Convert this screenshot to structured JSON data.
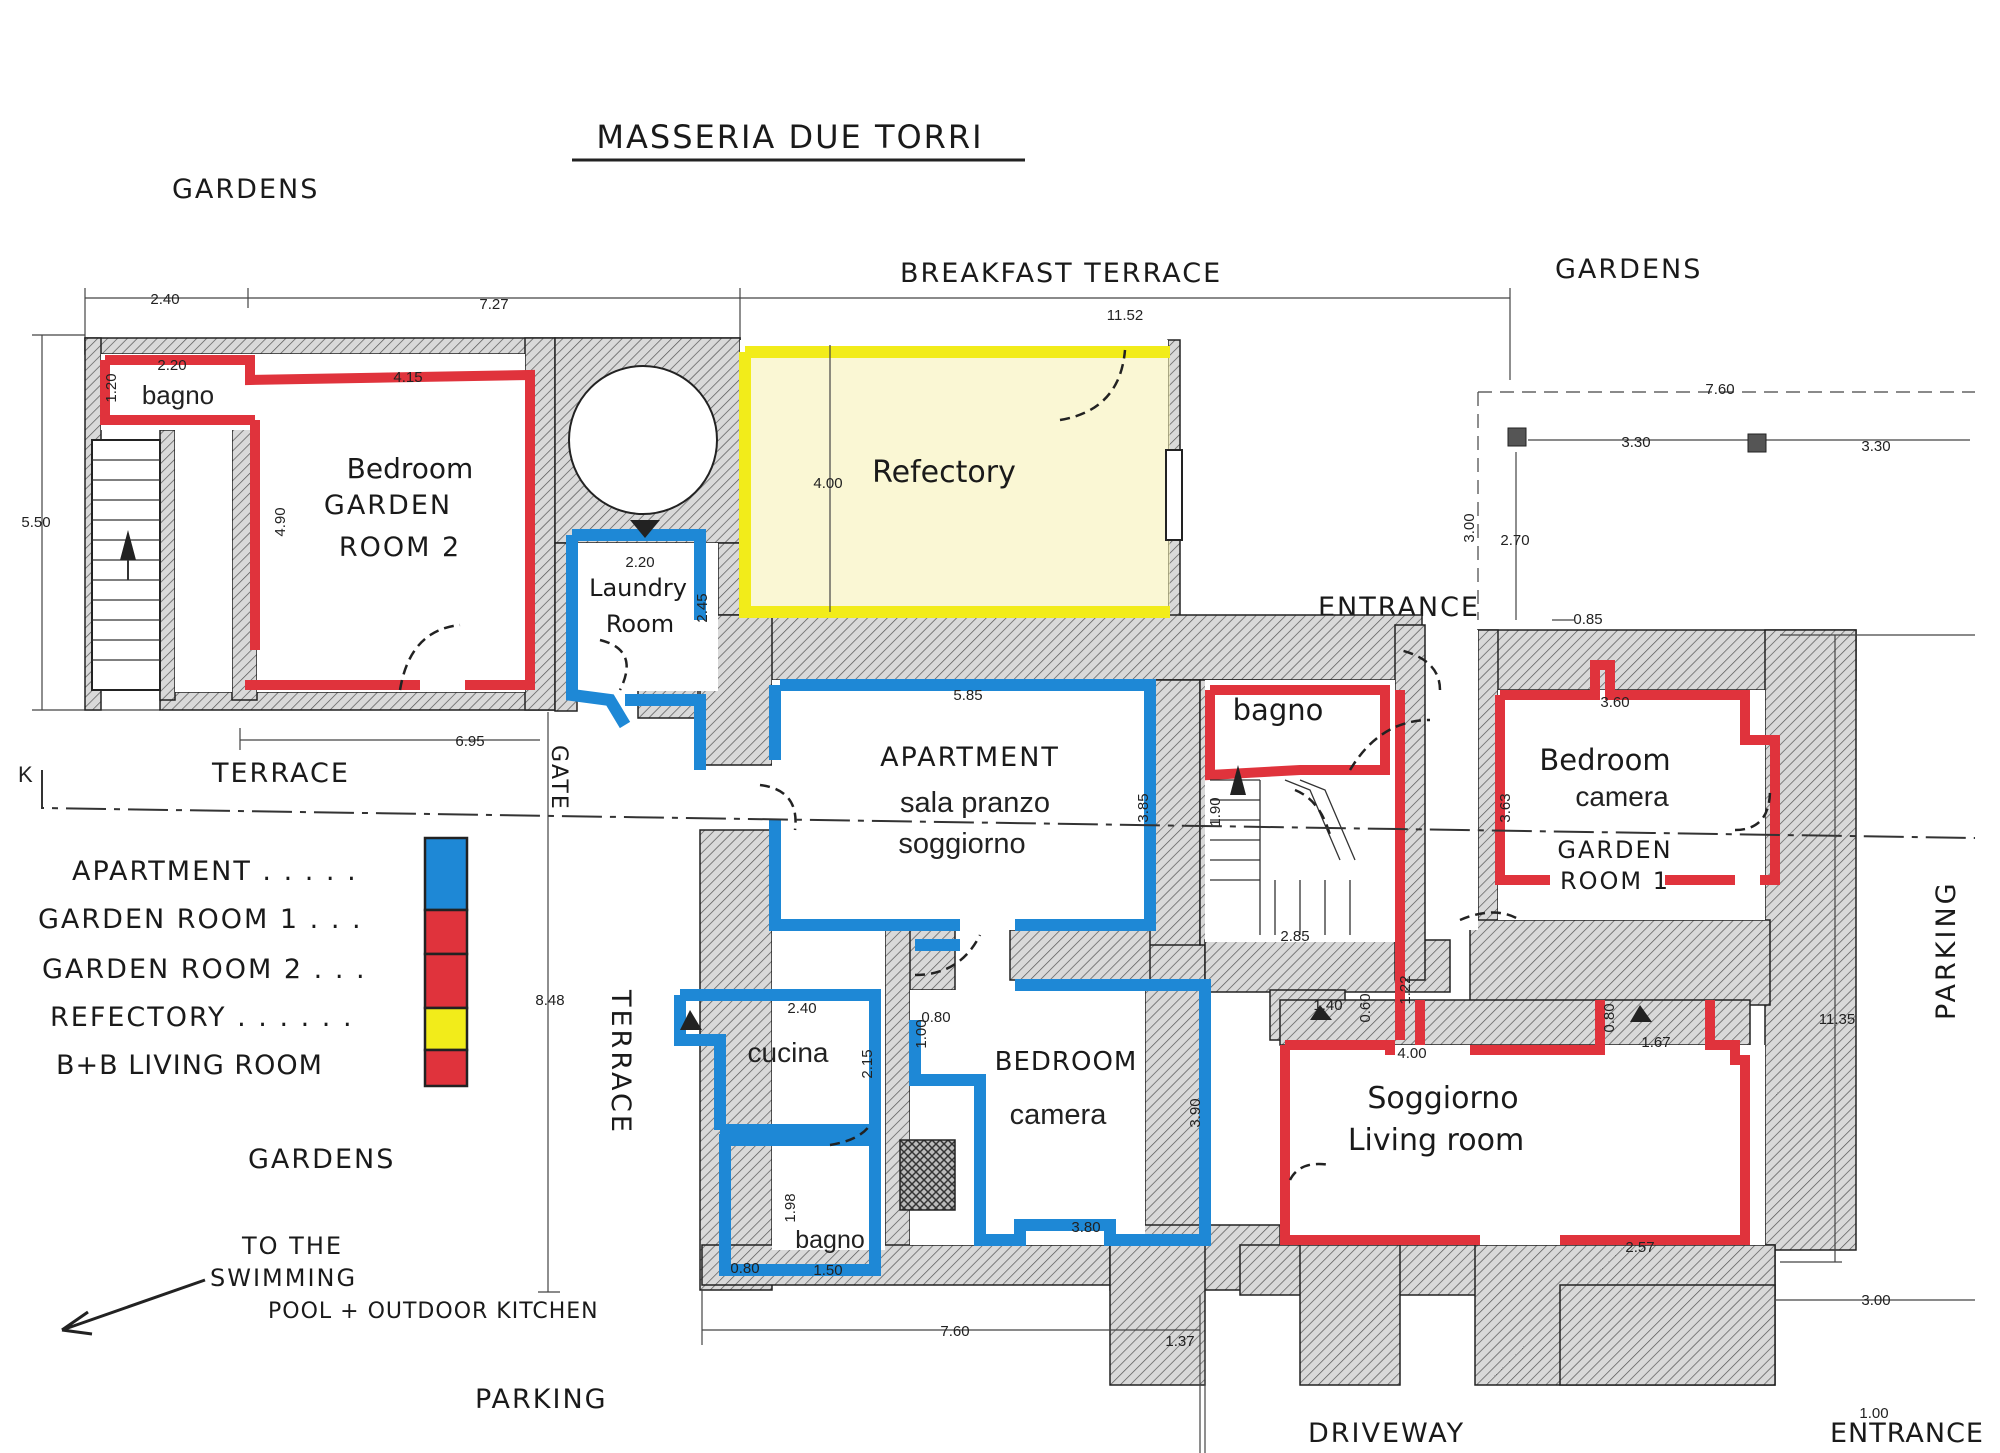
{
  "title": "MASSERIA DUE TORRI",
  "areas": {
    "gardens_top_left": "GARDENS",
    "breakfast_terrace": "BREAKFAST TERRACE",
    "gardens_top_right": "GARDENS",
    "terrace_left": "TERRACE",
    "gate": "GATE",
    "terrace_vertical": "TERRACE",
    "gardens_bottom_left": "GARDENS",
    "swimming_1": "TO THE",
    "swimming_2": "SWIMMING",
    "swimming_3": "POOL + OUTDOOR KITCHEN",
    "parking_bottom": "PARKING",
    "driveway": "DRIVEWAY",
    "entrance_bottom": "ENTRANCE",
    "entrance_top": "ENTRANCE",
    "parking_right": "PARKING"
  },
  "rooms": {
    "bagno_gr2": "bagno",
    "bedroom_gr2_1": "Bedroom",
    "bedroom_gr2_2": "GARDEN",
    "bedroom_gr2_3": "ROOM 2",
    "laundry_1": "Laundry",
    "laundry_2": "Room",
    "refectory": "Refectory",
    "apartment": "APARTMENT",
    "sala_pranzo": "sala pranzo",
    "soggiorno_apt": "soggiorno",
    "cucina": "cucina",
    "bagno_apt": "bagno",
    "bedroom_apt_1": "BEDROOM",
    "bedroom_apt_2": "camera",
    "bagno_gr1": "bagno",
    "bedroom_gr1_1": "Bedroom",
    "bedroom_gr1_2": "camera",
    "bedroom_gr1_3": "GARDEN",
    "bedroom_gr1_4": "ROOM 1",
    "living_1": "Soggiorno",
    "living_2": "Living room"
  },
  "legend": [
    {
      "label": "APARTMENT . . . . .",
      "color": "#1e88d6"
    },
    {
      "label": "GARDEN ROOM 1 . . .",
      "color": "#e0333c"
    },
    {
      "label": "GARDEN ROOM 2 . . .",
      "color": "#e0333c"
    },
    {
      "label": "REFECTORY . . . . . .",
      "color": "#f2ec1a"
    },
    {
      "label": "B+B LIVING ROOM",
      "color": "#e0333c"
    }
  ],
  "dimensions": {
    "d_240_top": "2.40",
    "d_727_top": "7.27",
    "d_1152_top": "11.52",
    "d_760_top": "7.60",
    "d_330_a": "3.30",
    "d_330_b": "3.30",
    "d_550": "5.50",
    "d_220_bagno": "2.20",
    "d_120": "1.20",
    "d_415": "4.15",
    "d_490": "4.90",
    "d_220_laundry": "2.20",
    "d_245": "2.45",
    "d_400": "4.00",
    "d_300": "3.00",
    "d_270": "2.70",
    "d_085": "0.85",
    "d_695": "6.95",
    "d_585": "5.85",
    "d_385": "3.85",
    "d_190": "1.90",
    "d_285": "2.85",
    "d_360": "3.60",
    "d_363": "3.63",
    "d_848": "8.48",
    "d_240_cucina": "2.40",
    "d_215": "2.15",
    "d_080_a": "0.80",
    "d_100": "1.00",
    "d_390": "3.90",
    "d_380": "3.80",
    "d_198": "1.98",
    "d_080_b": "0.80",
    "d_150": "1.50",
    "d_140": "1.40",
    "d_060": "0.60",
    "d_122": "1.22",
    "d_400_living": "4.00",
    "d_080_c": "0.80",
    "d_167": "1.67",
    "d_257": "2.57",
    "d_1135": "11.35",
    "d_300_right": "3.00",
    "d_760_bottom": "7.60",
    "d_137": "1.37",
    "d_100_corner": "1.00"
  }
}
